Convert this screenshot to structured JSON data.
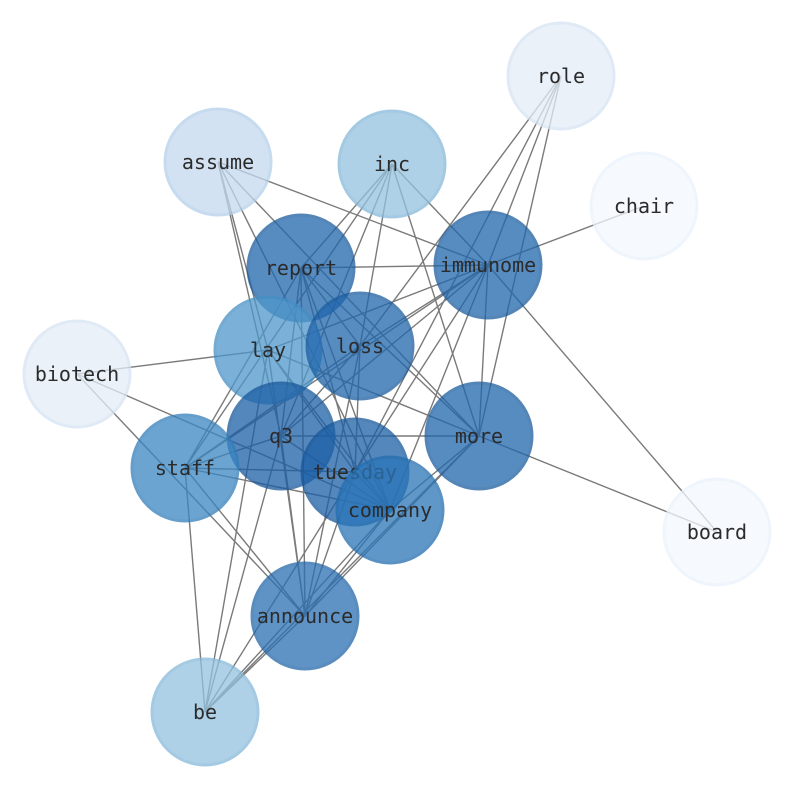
{
  "graph": {
    "nodes": [
      {
        "id": "role",
        "label": "role",
        "color": "#e3edf8",
        "stroke": "#d6e4f3"
      },
      {
        "id": "chair",
        "label": "chair",
        "color": "#f4f8fd",
        "stroke": "#eaf2fb"
      },
      {
        "id": "assume",
        "label": "assume",
        "color": "#c3d9ee",
        "stroke": "#b3cfea"
      },
      {
        "id": "inc",
        "label": "inc",
        "color": "#94c2df",
        "stroke": "#86b9da"
      },
      {
        "id": "report",
        "label": "report",
        "color": "#2066ad",
        "stroke": "#1b5d9e"
      },
      {
        "id": "immunome",
        "label": "immunome",
        "color": "#2066ad",
        "stroke": "#1b5d9e"
      },
      {
        "id": "lay",
        "label": "lay",
        "color": "#4f98cb",
        "stroke": "#458fc4"
      },
      {
        "id": "loss",
        "label": "loss",
        "color": "#2066ad",
        "stroke": "#1b5d9e"
      },
      {
        "id": "biotech",
        "label": "biotech",
        "color": "#e3edf8",
        "stroke": "#d6e4f3"
      },
      {
        "id": "q3",
        "label": "q3",
        "color": "#1c5fa6",
        "stroke": "#18579a"
      },
      {
        "id": "more",
        "label": "more",
        "color": "#2066ad",
        "stroke": "#1b5d9e"
      },
      {
        "id": "staff",
        "label": "staff",
        "color": "#3a86c2",
        "stroke": "#327dba"
      },
      {
        "id": "tuesday",
        "label": "tuesday",
        "color": "#1c5fa6",
        "stroke": "#18579a"
      },
      {
        "id": "company",
        "label": "company",
        "color": "#2a75b8",
        "stroke": "#236db0"
      },
      {
        "id": "board",
        "label": "board",
        "color": "#f4f8fd",
        "stroke": "#eaf2fb"
      },
      {
        "id": "announce",
        "label": "announce",
        "color": "#2a6fb3",
        "stroke": "#2366a8"
      },
      {
        "id": "be",
        "label": "be",
        "color": "#94c2df",
        "stroke": "#86b9da"
      }
    ],
    "edges": [
      [
        "role",
        "loss"
      ],
      [
        "role",
        "immunome"
      ],
      [
        "role",
        "more"
      ],
      [
        "role",
        "tuesday"
      ],
      [
        "chair",
        "immunome"
      ],
      [
        "assume",
        "immunome"
      ],
      [
        "assume",
        "lay"
      ],
      [
        "assume",
        "company"
      ],
      [
        "assume",
        "more"
      ],
      [
        "assume",
        "q3"
      ],
      [
        "inc",
        "report"
      ],
      [
        "inc",
        "immunome"
      ],
      [
        "inc",
        "more"
      ],
      [
        "inc",
        "loss"
      ],
      [
        "inc",
        "staff"
      ],
      [
        "inc",
        "q3"
      ],
      [
        "report",
        "immunome"
      ],
      [
        "report",
        "more"
      ],
      [
        "report",
        "loss"
      ],
      [
        "report",
        "tuesday"
      ],
      [
        "report",
        "company"
      ],
      [
        "report",
        "announce"
      ],
      [
        "report",
        "staff"
      ],
      [
        "report",
        "q3"
      ],
      [
        "immunome",
        "loss"
      ],
      [
        "immunome",
        "more"
      ],
      [
        "immunome",
        "company"
      ],
      [
        "immunome",
        "tuesday"
      ],
      [
        "immunome",
        "staff"
      ],
      [
        "immunome",
        "q3"
      ],
      [
        "immunome",
        "board"
      ],
      [
        "immunome",
        "lay"
      ],
      [
        "lay",
        "biotech"
      ],
      [
        "lay",
        "more"
      ],
      [
        "lay",
        "announce"
      ],
      [
        "lay",
        "be"
      ],
      [
        "lay",
        "company"
      ],
      [
        "lay",
        "tuesday"
      ],
      [
        "loss",
        "q3"
      ],
      [
        "loss",
        "staff"
      ],
      [
        "loss",
        "announce"
      ],
      [
        "loss",
        "tuesday"
      ],
      [
        "biotech",
        "company"
      ],
      [
        "biotech",
        "announce"
      ],
      [
        "q3",
        "more"
      ],
      [
        "q3",
        "company"
      ],
      [
        "q3",
        "announce"
      ],
      [
        "q3",
        "staff"
      ],
      [
        "q3",
        "be"
      ],
      [
        "more",
        "company"
      ],
      [
        "more",
        "announce"
      ],
      [
        "more",
        "board"
      ],
      [
        "more",
        "be"
      ],
      [
        "staff",
        "company"
      ],
      [
        "staff",
        "announce"
      ],
      [
        "staff",
        "be"
      ],
      [
        "staff",
        "tuesday"
      ],
      [
        "tuesday",
        "announce"
      ],
      [
        "tuesday",
        "company"
      ],
      [
        "tuesday",
        "be"
      ],
      [
        "company",
        "announce"
      ],
      [
        "company",
        "be"
      ],
      [
        "announce",
        "be"
      ]
    ]
  }
}
